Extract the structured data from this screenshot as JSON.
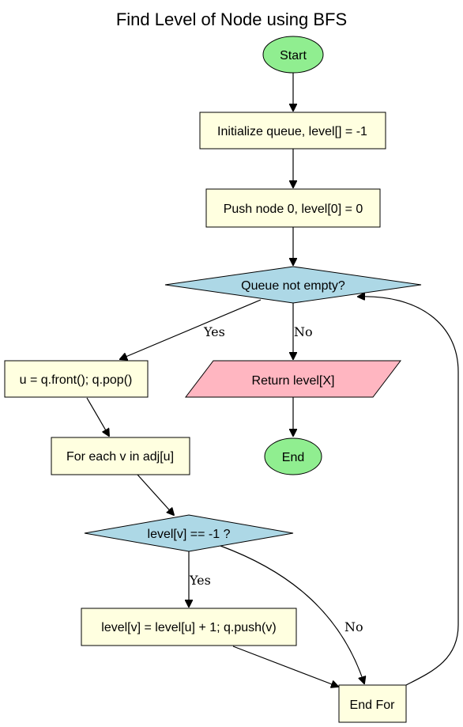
{
  "title": "Find Level of Node using BFS",
  "colors": {
    "terminal": "#90EE90",
    "process": "#FFFFE0",
    "decision": "#ADD8E6",
    "io": "#FFB6C1"
  },
  "nodes": {
    "start": "Start",
    "init": "Initialize queue, level[] = -1",
    "push": "Push node 0, level[0] = 0",
    "queue_check": "Queue not empty?",
    "dequeue": "u = q.front(); q.pop()",
    "return": "Return level[X]",
    "end": "End",
    "foreach": "For each v in adj[u]",
    "level_check": "level[v] == -1 ?",
    "update": "level[v] = level[u] + 1; q.push(v)",
    "endfor": "End For"
  },
  "edge_labels": {
    "queue_yes": "Yes",
    "queue_no": "No",
    "level_yes": "Yes",
    "level_no": "No"
  }
}
